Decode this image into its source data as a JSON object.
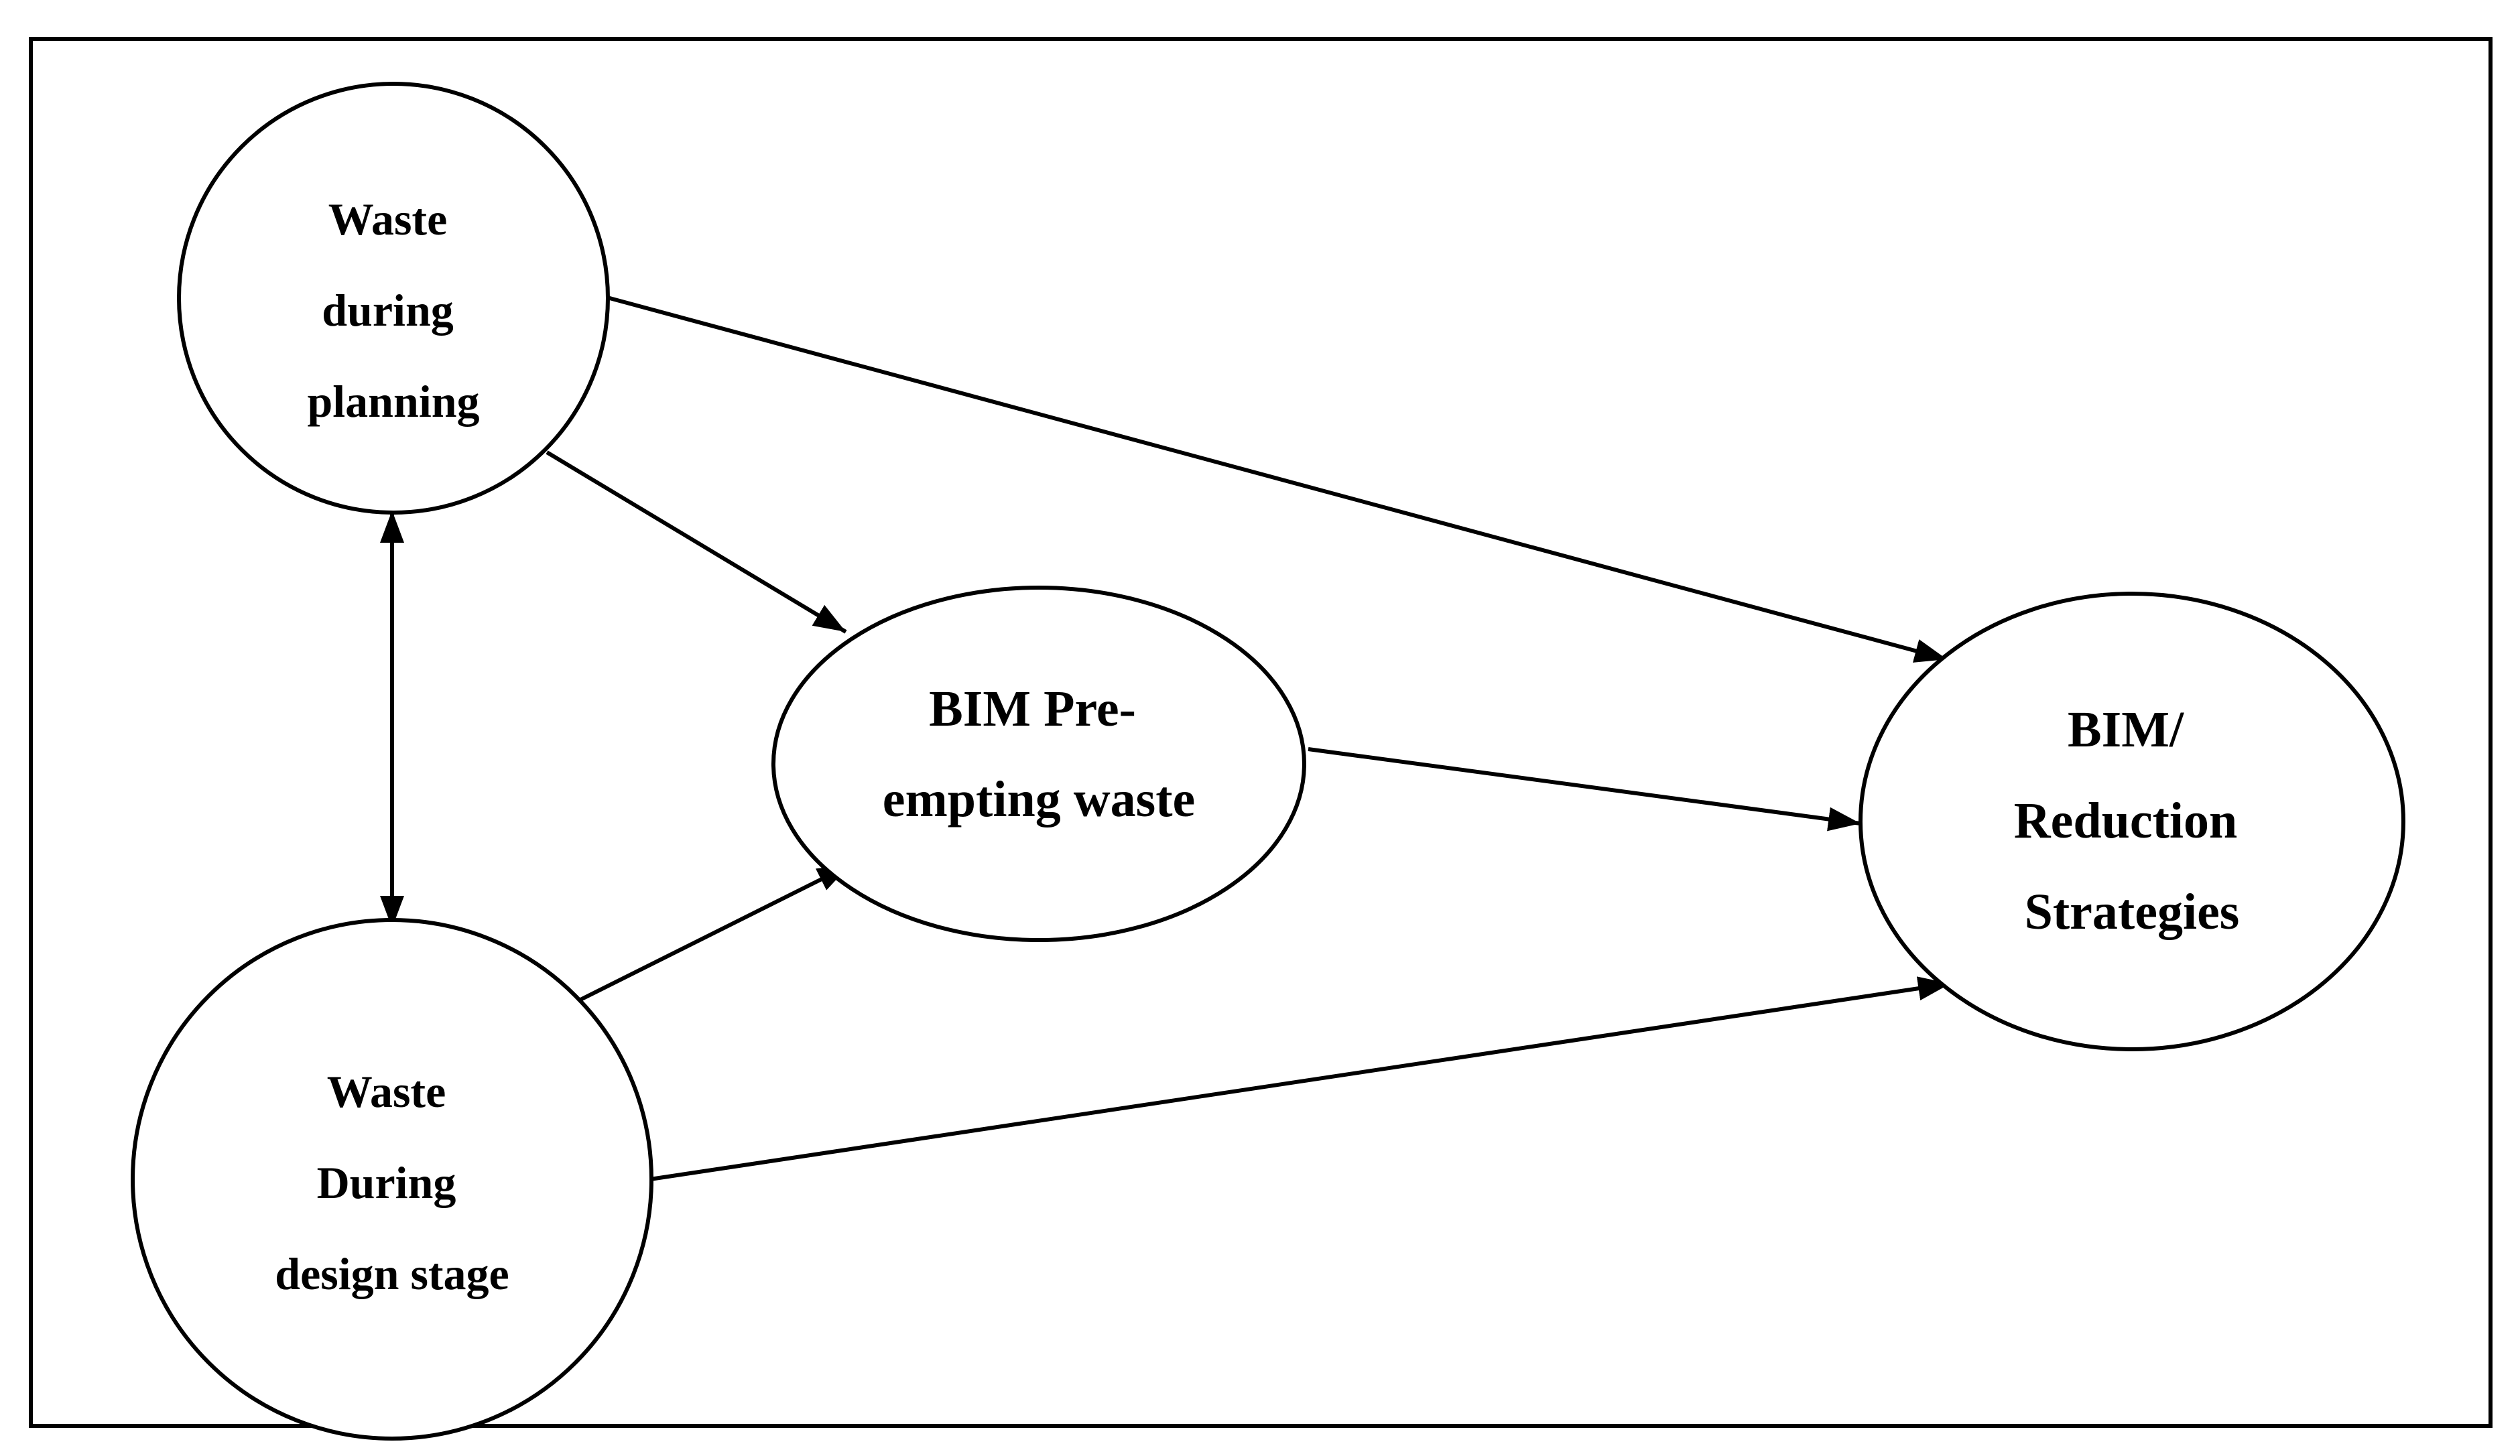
{
  "diagram": {
    "nodes": {
      "planning": {
        "lines": [
          "Waste",
          "during",
          "planning"
        ]
      },
      "design": {
        "lines": [
          "Waste",
          "During",
          "design stage"
        ]
      },
      "preempt": {
        "lines": [
          "BIM Pre-",
          "empting waste"
        ]
      },
      "reduction": {
        "lines": [
          "BIM/",
          "Reduction",
          "Strategies"
        ]
      }
    },
    "edges": [
      {
        "from": "planning",
        "to": "reduction",
        "direction": "forward"
      },
      {
        "from": "planning",
        "to": "preempt",
        "direction": "forward"
      },
      {
        "from": "planning",
        "to": "design",
        "direction": "both"
      },
      {
        "from": "design",
        "to": "preempt",
        "direction": "forward"
      },
      {
        "from": "preempt",
        "to": "reduction",
        "direction": "forward"
      },
      {
        "from": "design",
        "to": "reduction",
        "direction": "forward"
      }
    ]
  }
}
